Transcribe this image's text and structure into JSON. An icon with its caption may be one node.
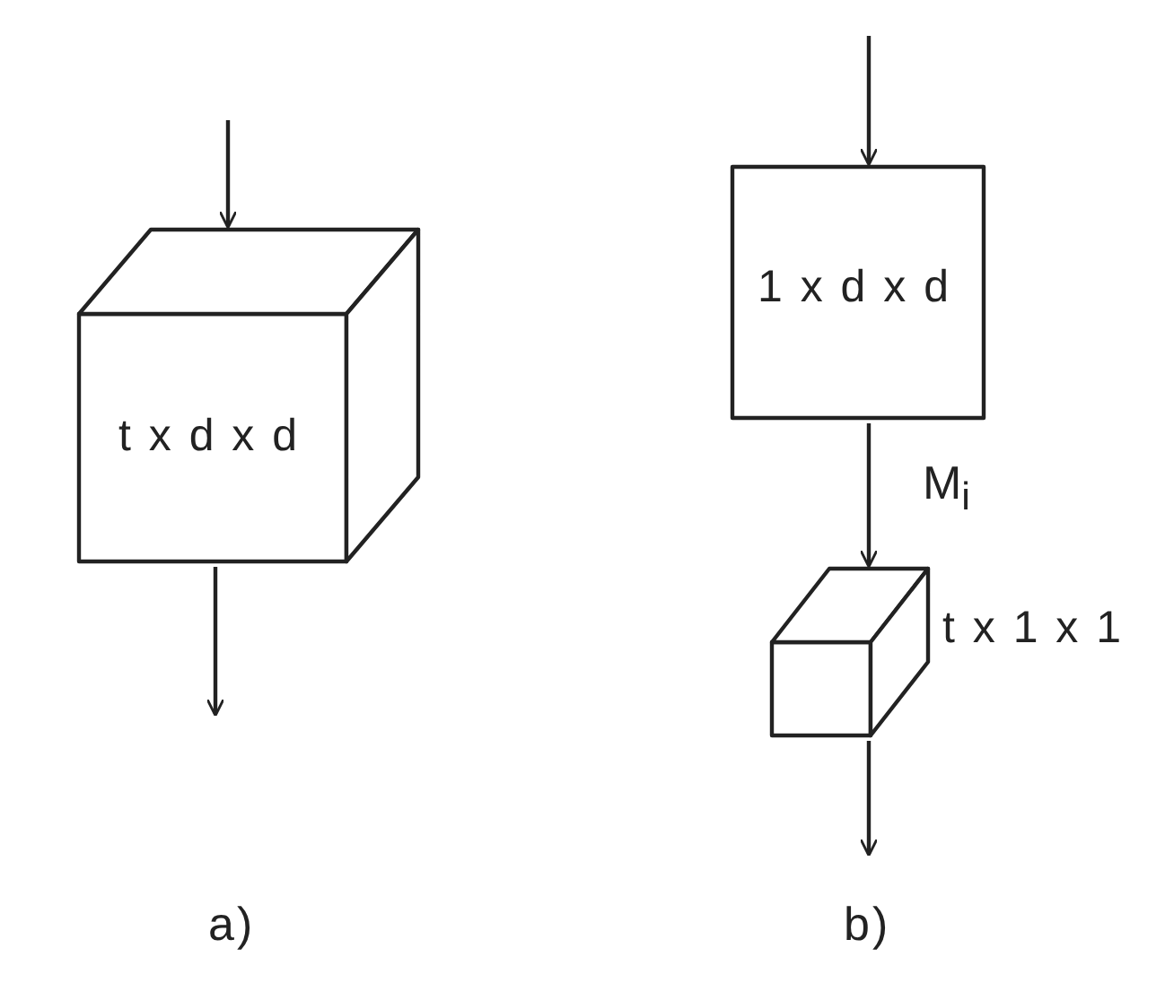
{
  "diagram": {
    "nodes": [
      {
        "text": [
          "t x d x d"
        ]
      },
      {
        "text": [
          "1 x d x d"
        ]
      },
      {
        "text": [],
        "shape": "box",
        "beside": [
          "t x 1 x 1"
        ]
      }
    ],
    "edges": [
      {
        "from": null,
        "to": 0,
        "arrow": "to"
      },
      {
        "from": 0,
        "to": null,
        "arrow": "to"
      },
      {
        "from": null,
        "to": 1,
        "arrow": "to"
      },
      {
        "from": 1,
        "to": 2,
        "arrow": "to",
        "label": "M$_{i}$"
      },
      {
        "from": 2,
        "to": null,
        "arrow": "to"
      }
    ],
    "labels": [
      "a)",
      "b)"
    ]
  }
}
